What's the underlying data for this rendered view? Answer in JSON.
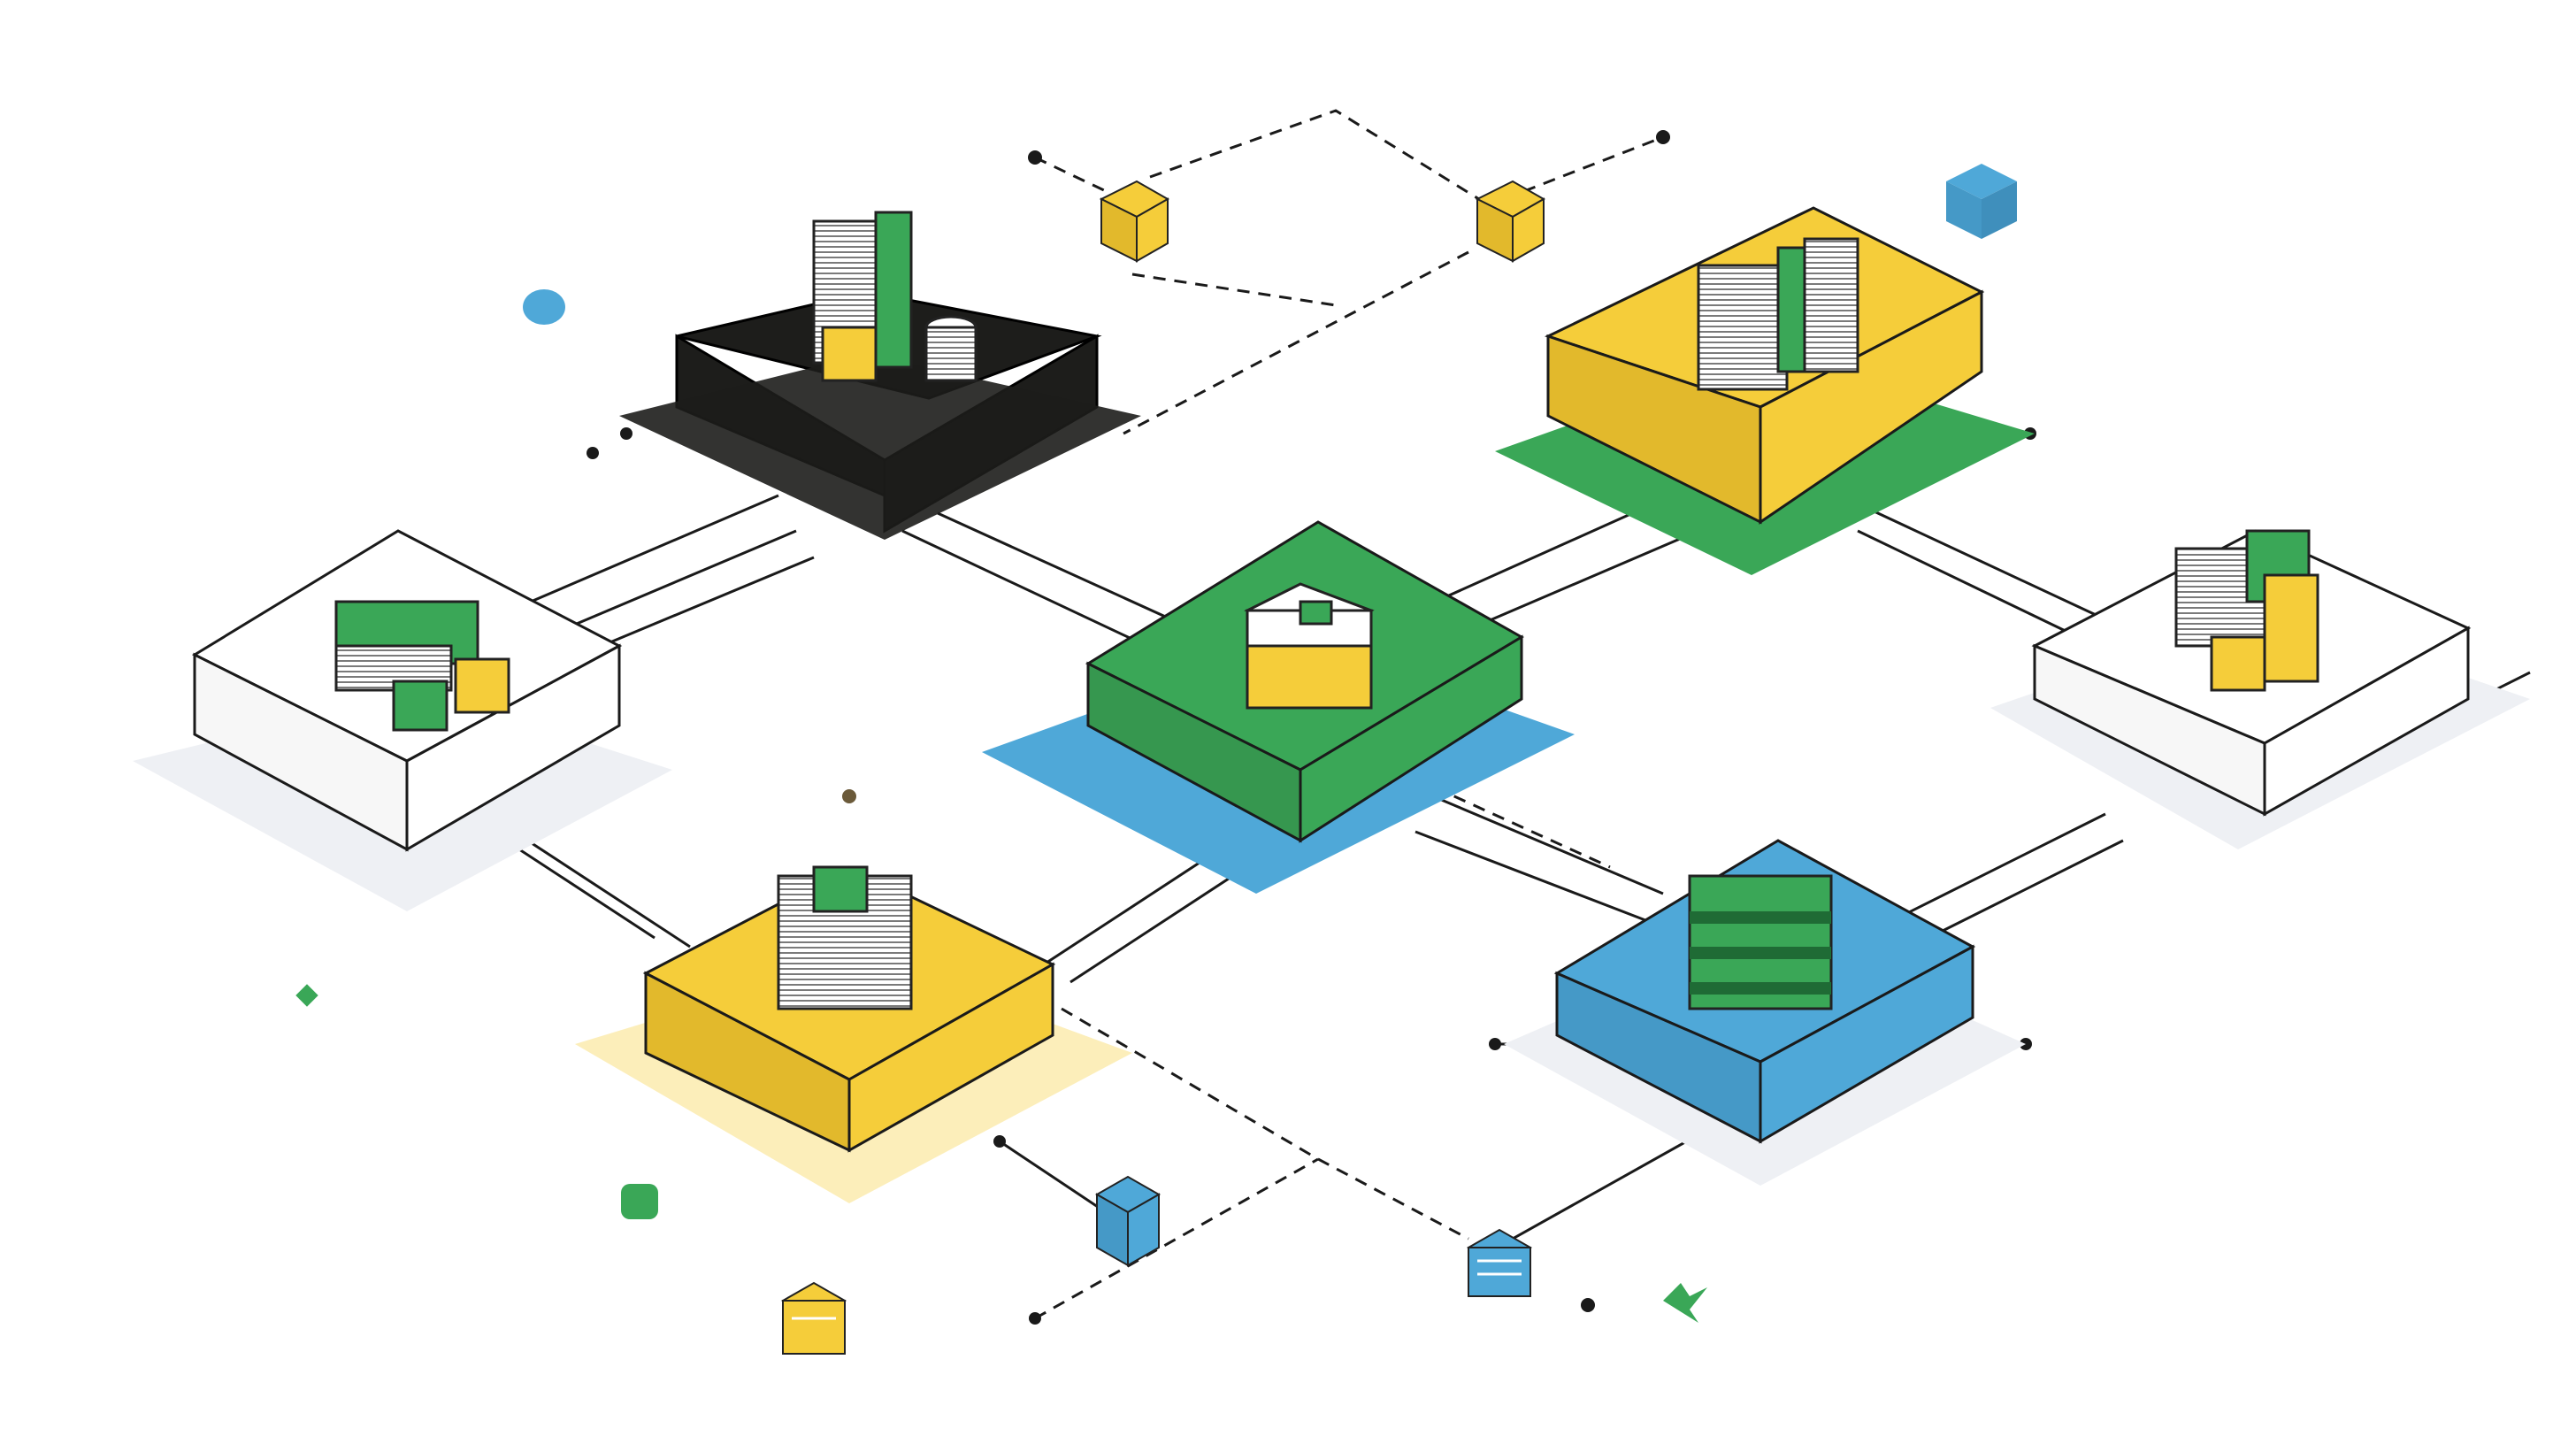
{
  "diagram": {
    "theme": "isometric payment / money-flow network",
    "colors": {
      "black": "#1d1d1b",
      "green": "#3aa757",
      "yellow": "#f5cd3a",
      "blue": "#4fa8d8",
      "white": "#ffffff",
      "line": "#1a1a1a",
      "shadow": "#e6e9ee"
    },
    "platforms": [
      {
        "id": "black-platform",
        "color": "black",
        "icon": "cash-stack-with-coins-icon"
      },
      {
        "id": "yellow-platform-top-right",
        "color": "yellow",
        "icon": "cash-stack-icon"
      },
      {
        "id": "white-platform-left",
        "color": "white",
        "icon": "cash-and-coins-icon"
      },
      {
        "id": "green-platform-center",
        "color": "green",
        "icon": "cash-box-icon"
      },
      {
        "id": "white-platform-right",
        "color": "white",
        "icon": "cash-stack-with-coins-icon"
      },
      {
        "id": "yellow-platform-bottom-left",
        "color": "yellow",
        "icon": "cash-stack-icon"
      },
      {
        "id": "blue-platform-bottom-right",
        "color": "blue",
        "icon": "green-cash-stack-icon"
      }
    ],
    "small_cubes": [
      {
        "id": "yellow-cube-1",
        "color": "yellow"
      },
      {
        "id": "yellow-cube-2",
        "color": "yellow"
      },
      {
        "id": "blue-cube-top",
        "color": "blue"
      },
      {
        "id": "blue-cube-bottom",
        "color": "blue"
      },
      {
        "id": "blue-data-cube",
        "color": "blue"
      },
      {
        "id": "yellow-data-cube",
        "color": "yellow"
      }
    ]
  }
}
